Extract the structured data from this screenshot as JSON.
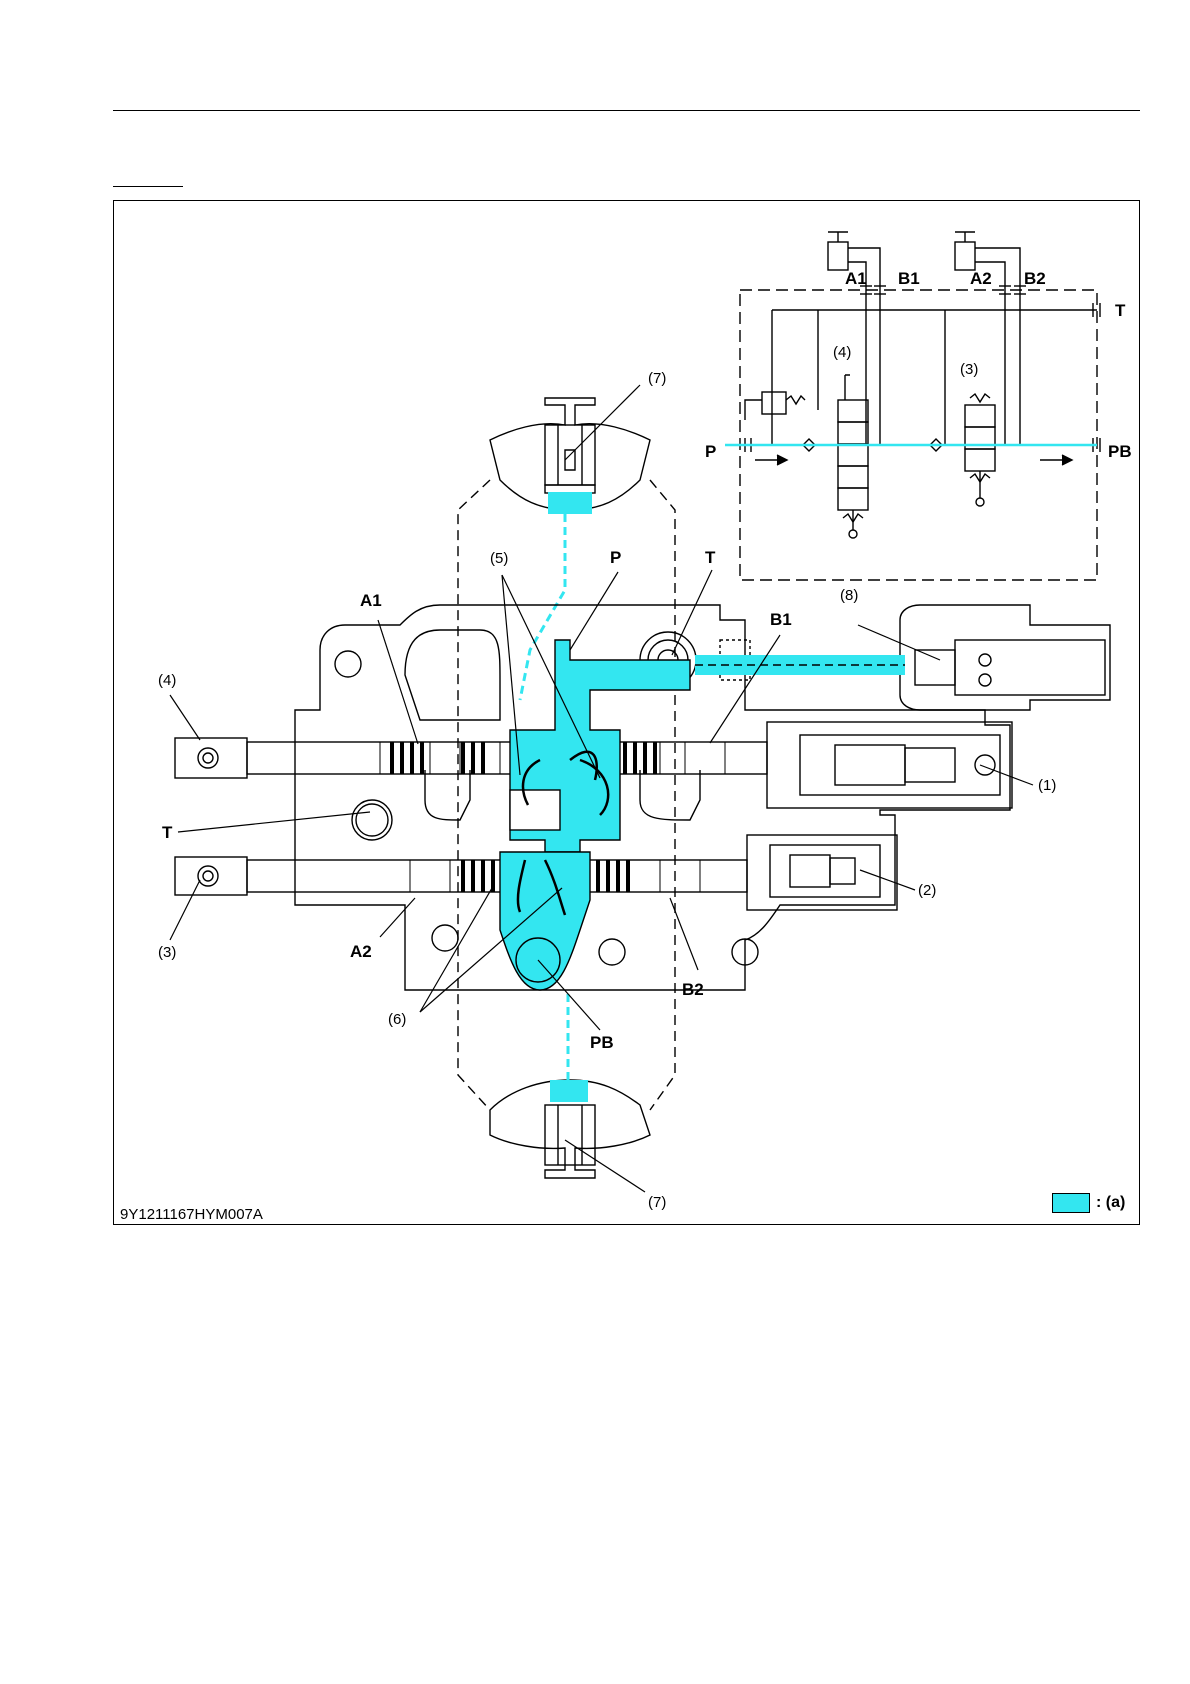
{
  "figure_id": "9Y1211167HYM007A",
  "legend": {
    "label": ": (a)",
    "color": "#33e6f0"
  },
  "colors": {
    "flow": "#33e6f0",
    "line": "#000000"
  },
  "labels": {
    "A1": "A1",
    "A2": "A2",
    "B1": "B1",
    "B2": "B2",
    "P": "P",
    "T": "T",
    "PB": "PB",
    "n1": "(1)",
    "n2": "(2)",
    "n3": "(3)",
    "n4": "(4)",
    "n5": "(5)",
    "n6": "(6)",
    "n7": "(7)",
    "n8": "(8)"
  }
}
